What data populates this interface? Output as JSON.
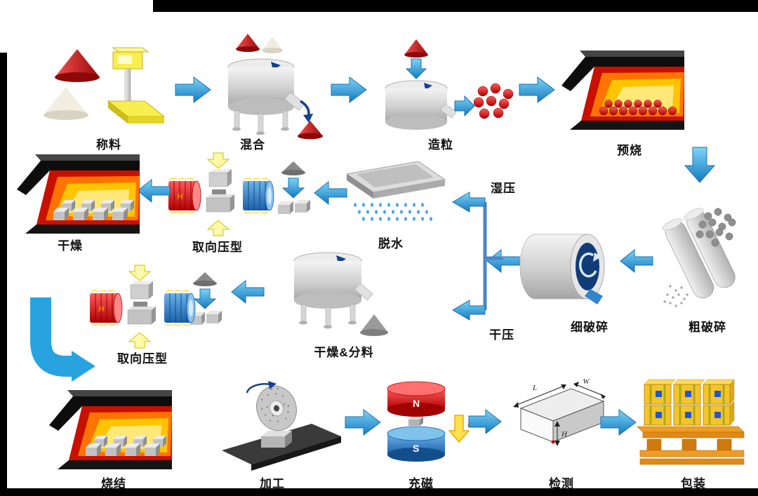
{
  "diagram": {
    "labels": {
      "weigh": "称料",
      "mix": "混合",
      "granulate": "造粒",
      "presinter": "预烧",
      "dry": "干燥",
      "orient_press_wet": "取向压型",
      "dewater": "脱水",
      "wet_press": "湿压",
      "dry_press": "干压",
      "fine_crush": "细破碎",
      "coarse_crush": "粗破碎",
      "orient_press_dry": "取向压型",
      "dry_divide": "干燥&分料",
      "sinter": "烧结",
      "machining": "加工",
      "magnetize": "充磁",
      "inspect": "检测",
      "package": "包装"
    },
    "annotations": {
      "north_pole": "N",
      "south_pole": "S",
      "field": "H",
      "dim_width": "W",
      "dim_length": "L",
      "dim_height": "H"
    },
    "colors": {
      "arrow_blue": "#2BA3E8",
      "branch_blue": "#4A86C8",
      "rotation_arrow_navy": "#16418C",
      "furnace_glow_orange": "#FF7300",
      "furnace_glow_yellow": "#FFC400",
      "coil_red": "#CC1111",
      "coil_blue": "#2B6FB4",
      "press_arrow_yellow": "#FBF9A8",
      "magnet_field_yellow": "#FFE14D",
      "pallet_orange": "#EF9D22",
      "box_yellow": "#F4C42C",
      "box_label_blue": "#2456C8",
      "background": "#FFFFFF",
      "border_black": "#000000"
    }
  }
}
